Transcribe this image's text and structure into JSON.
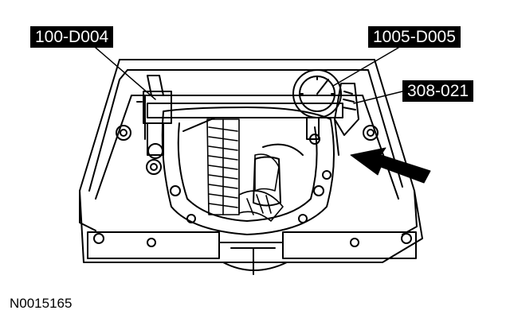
{
  "callouts": {
    "tool_bracket": "100-D004",
    "dial_indicator": "1005-D005",
    "indicator_adapter": "308-021"
  },
  "figure_id": "N0015165",
  "colors": {
    "ink": "#000000",
    "paper": "#ffffff",
    "label_bg": "#000000",
    "label_text": "#ffffff"
  }
}
